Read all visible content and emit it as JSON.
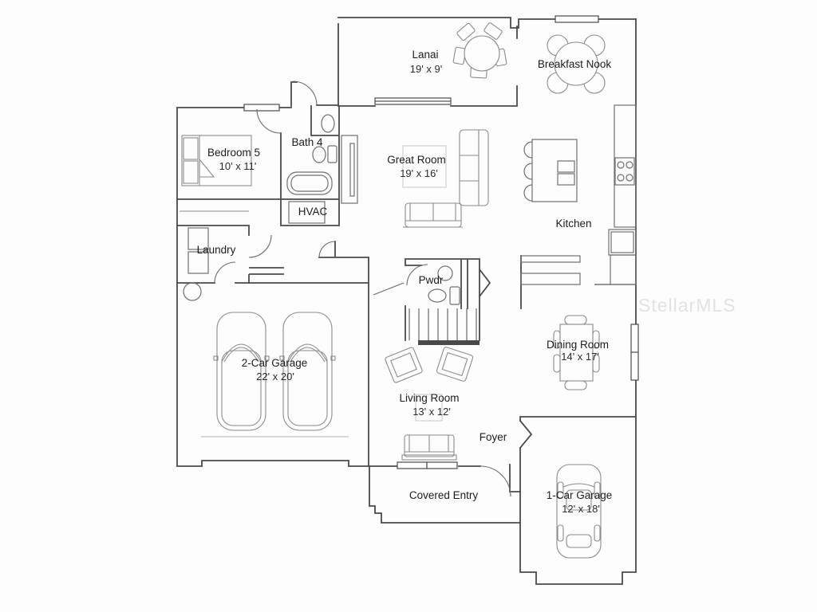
{
  "watermark": {
    "text": "StellarMLS"
  },
  "colors": {
    "background": "#fdfdfd",
    "wall": "#4a4a4a",
    "furniture": "#8c8c8c",
    "label_text": "#1c1c1c",
    "watermark": "#e2e2e2"
  },
  "rooms": {
    "lanai": {
      "name": "Lanai",
      "dims": "19' x 9'"
    },
    "breakfast_nook": {
      "name": "Breakfast Nook",
      "dims": ""
    },
    "bedroom5": {
      "name": "Bedroom 5",
      "dims": "10' x 11'"
    },
    "bath4": {
      "name": "Bath 4",
      "dims": ""
    },
    "hvac": {
      "name": "HVAC",
      "dims": ""
    },
    "laundry": {
      "name": "Laundry",
      "dims": ""
    },
    "great_room": {
      "name": "Great Room",
      "dims": "19' x 16'"
    },
    "kitchen": {
      "name": "Kitchen",
      "dims": ""
    },
    "pwdr": {
      "name": "Pwdr",
      "dims": ""
    },
    "garage_2car": {
      "name": "2-Car Garage",
      "dims": "22' x 20'"
    },
    "living_room": {
      "name": "Living Room",
      "dims": "13' x 12'"
    },
    "dining_room": {
      "name": "Dining Room",
      "dims": "14' x 17'"
    },
    "foyer": {
      "name": "Foyer",
      "dims": ""
    },
    "covered_entry": {
      "name": "Covered Entry",
      "dims": ""
    },
    "garage_1car": {
      "name": "1-Car Garage",
      "dims": "12' x 18'"
    }
  }
}
